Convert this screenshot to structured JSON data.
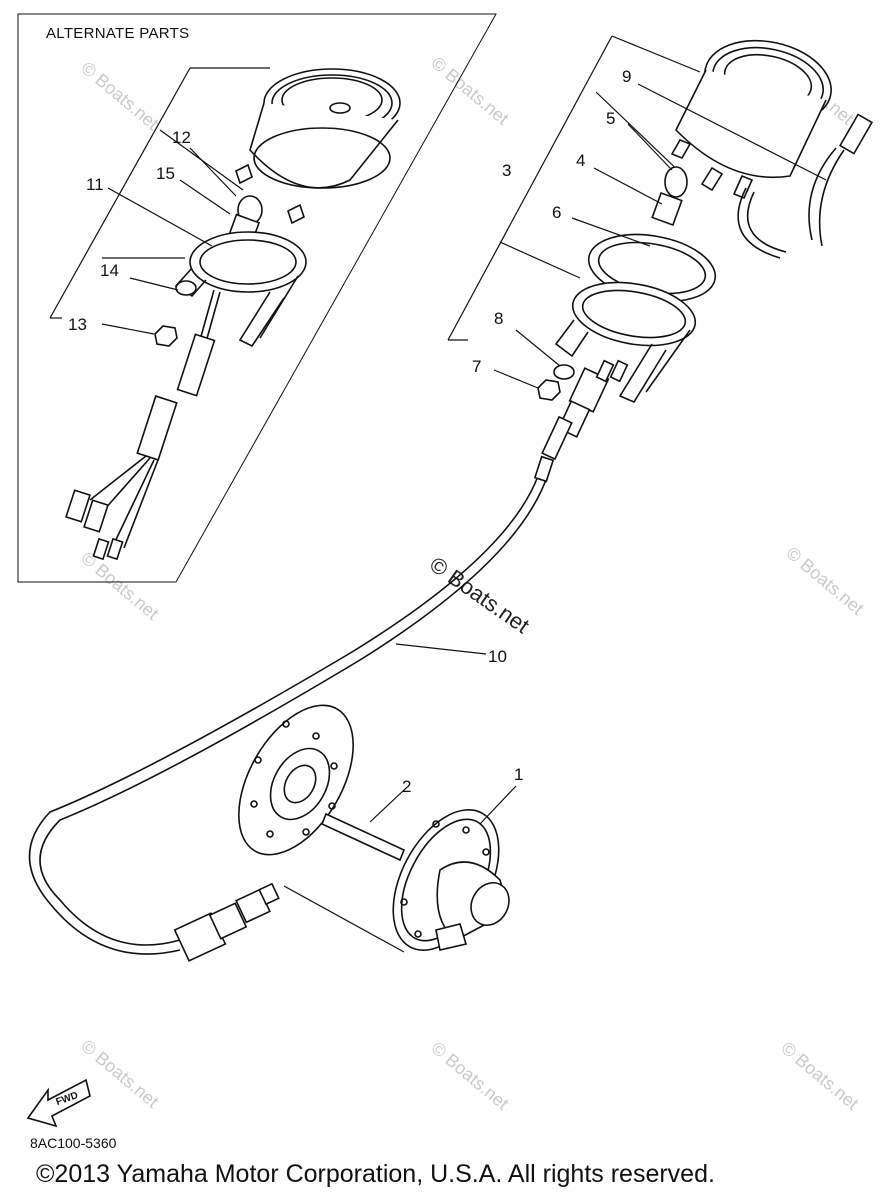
{
  "alternate_parts_title": "ALTERNATE PARTS",
  "callouts": {
    "c1": "1",
    "c2": "2",
    "c3": "3",
    "c4": "4",
    "c5": "5",
    "c6": "6",
    "c7": "7",
    "c8": "8",
    "c9": "9",
    "c10": "10",
    "c11": "11",
    "c12": "12",
    "c13": "13",
    "c14": "14",
    "c15": "15"
  },
  "watermark": {
    "text": "Boats.net",
    "center_text": "Boats.net",
    "symbol": "©"
  },
  "fwd_label": "FWD",
  "diagram_code": "8AC100-5360",
  "copyright": "©2013 Yamaha Motor Corporation, U.S.A. All rights reserved."
}
